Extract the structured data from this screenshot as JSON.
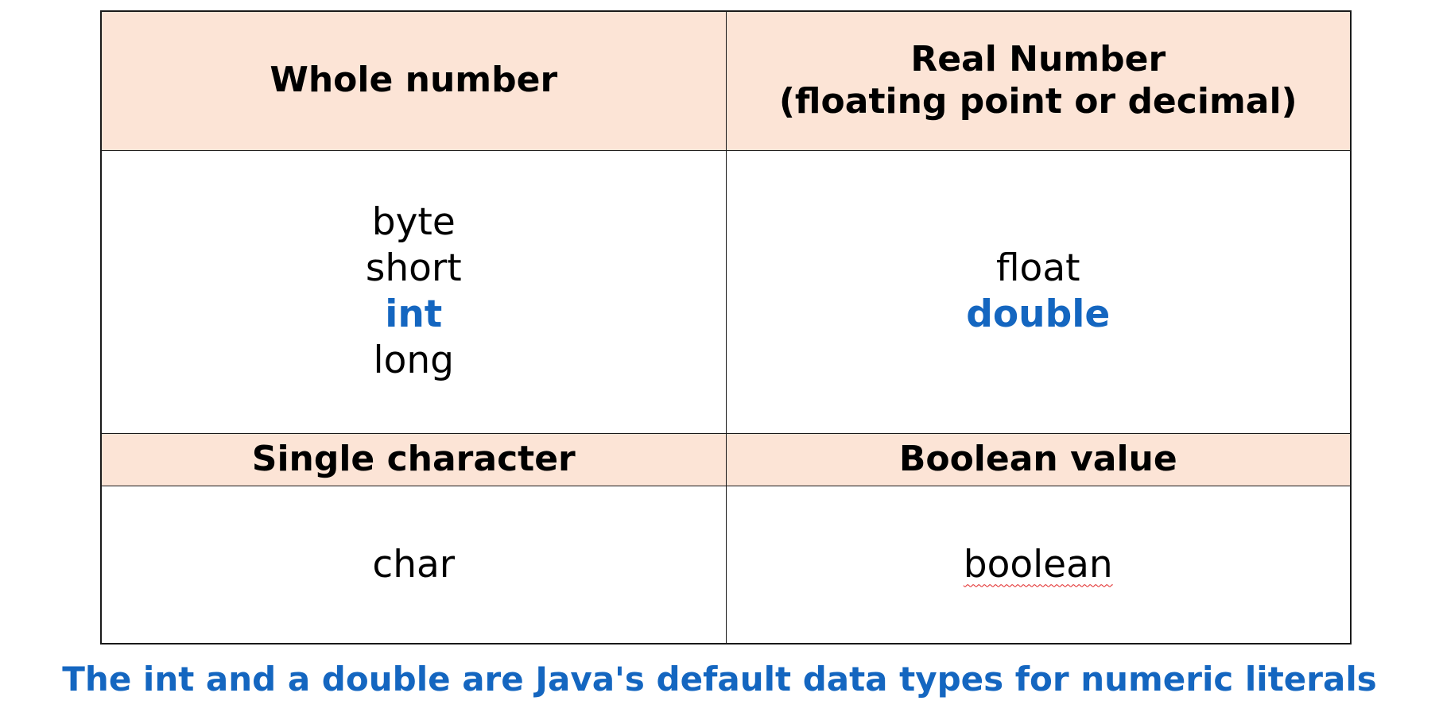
{
  "table": {
    "row1": {
      "left_header": "Whole number",
      "right_header_line1": "Real Number",
      "right_header_line2": "(floating point or decimal)"
    },
    "row2": {
      "left_values": [
        "byte",
        "short",
        "int",
        "long"
      ],
      "right_values": [
        "float",
        "double"
      ]
    },
    "row3": {
      "left_header": "Single character",
      "right_header": "Boolean value"
    },
    "row4": {
      "left_value": "char",
      "right_value": "boolean"
    }
  },
  "caption": "The int and a double are Java's default data types for numeric literals",
  "colors": {
    "header_background": "#fce4d6",
    "highlight_text": "#1466c0",
    "caption_text": "#1466c0",
    "border": "#1a1a1a"
  }
}
